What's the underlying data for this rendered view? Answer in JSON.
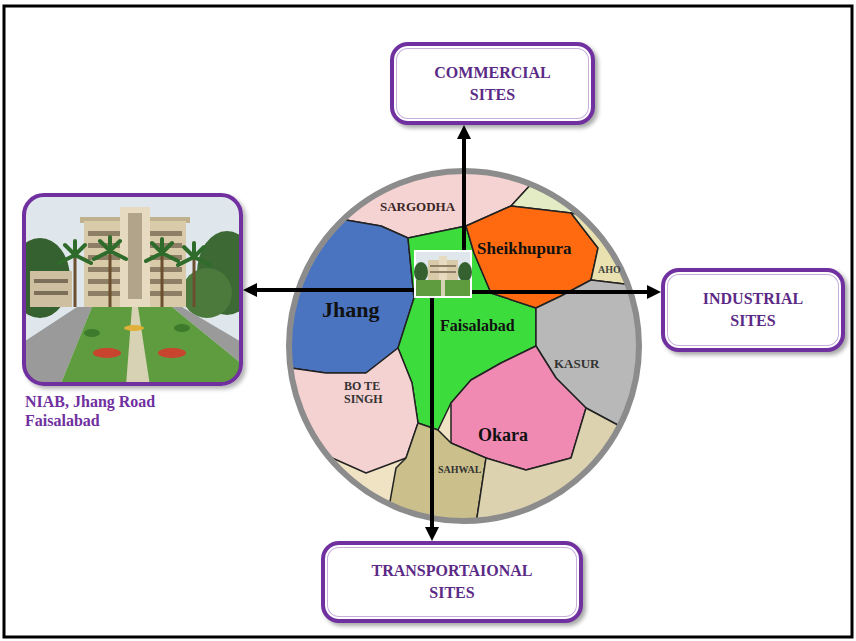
{
  "diagram": {
    "nodes": [
      {
        "text": [
          "COMMERCIAL SITES"
        ]
      },
      {
        "text": [
          "NIAB, Jhang Road Faisalabad"
        ]
      },
      {
        "text": [
          "SARGODHA",
          "Sheikhupura",
          "Jhang",
          "Faisalabad",
          "AHO",
          "KASUR",
          "BO TE SINGH",
          "Okara",
          "SAHWAL"
        ]
      },
      {
        "text": [
          "INDUSTRIAL SITES"
        ]
      },
      {
        "text": [
          "TRANSPORTAIONAL SITES"
        ]
      }
    ],
    "edges": [
      {
        "from": 2,
        "to": 0,
        "arrow": "to"
      },
      {
        "from": 2,
        "to": 1,
        "arrow": "to"
      },
      {
        "from": 2,
        "to": 3,
        "arrow": "to"
      },
      {
        "from": 2,
        "to": 4,
        "arrow": "to"
      }
    ]
  }
}
